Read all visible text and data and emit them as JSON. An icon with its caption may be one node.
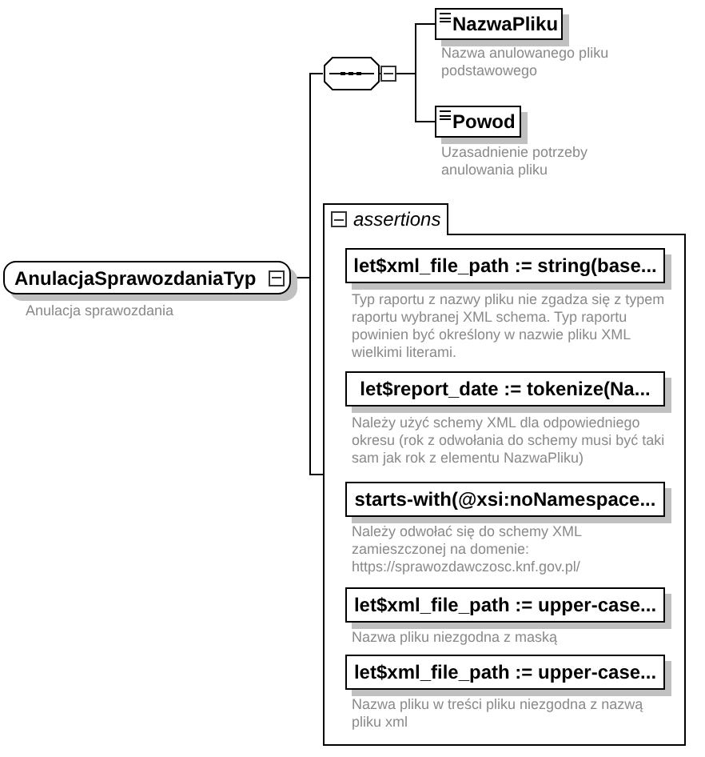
{
  "diagram": {
    "nodes": [
      {
        "text": [
          "AnulacjaSprawozdaniaTyp"
        ],
        "beside": [
          "Anulacja sprawozdania"
        ]
      },
      {
        "text": [],
        "shape": "hexagon"
      },
      {
        "text": [
          "NazwaPliku"
        ],
        "beside": [
          "Nazwa anulowanego pliku podstawowego"
        ]
      },
      {
        "text": [
          "Powod"
        ],
        "beside": [
          "Uzasadnienie potrzeby anulowania pliku"
        ]
      },
      {
        "text": [
          "assertions"
        ]
      },
      {
        "text": [
          "let$xml_file_path := string(base..."
        ],
        "beside": [
          "Typ raportu z nazwy pliku nie zgadza się z typem raportu wybranej XML schema. Typ raportu powinien być określony w nazwie pliku XML wielkimi literami."
        ],
        "in": 4
      },
      {
        "text": [
          "let$report_date := tokenize(Na..."
        ],
        "beside": [
          "Należy użyć schemy XML dla odpowiedniego okresu (rok z odwołania do schemy musi być taki sam jak rok z elementu NazwaPliku)"
        ],
        "in": 4
      },
      {
        "text": [
          "starts-with(@xsi:noNamespace..."
        ],
        "beside": [
          "Należy odwołać się do schemy XML zamieszczonej na domenie: https://sprawozdawczosc.knf.gov.pl/"
        ],
        "in": 4
      },
      {
        "text": [
          "let$xml_file_path := upper-case..."
        ],
        "beside": [
          "Nazwa pliku niezgodna z maską"
        ],
        "in": 4
      },
      {
        "text": [
          "let$xml_file_path := upper-case..."
        ],
        "beside": [
          "Nazwa pliku w treści pliku niezgodna z nazwą pliku xml"
        ],
        "in": 4
      }
    ],
    "edges": [
      {
        "from": 0,
        "to": 1,
        "arrow": "none"
      },
      {
        "from": 1,
        "to": 2,
        "arrow": "none"
      },
      {
        "from": 1,
        "to": 3,
        "arrow": "none"
      },
      {
        "from": 0,
        "to": 4,
        "arrow": "none"
      }
    ]
  }
}
